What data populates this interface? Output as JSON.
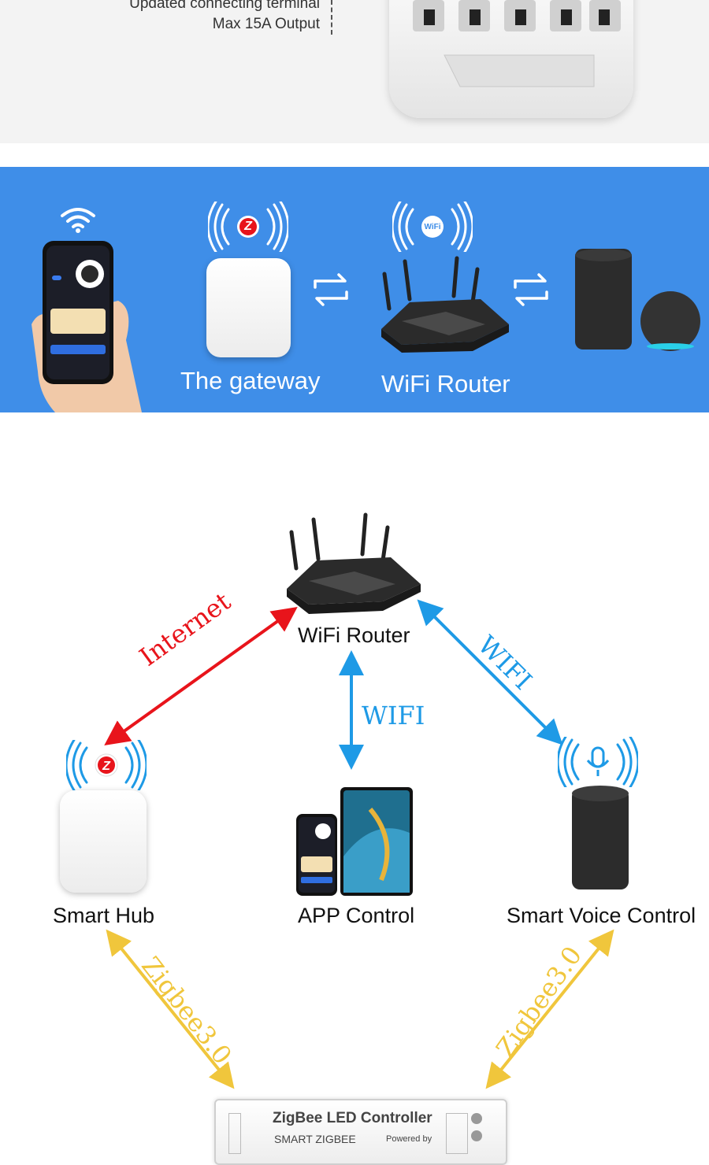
{
  "top_section": {
    "caption_line1": "Updated connecting terminal",
    "caption_line2": "Max 15A Output"
  },
  "blue_band": {
    "gateway_label": "The gateway",
    "router_label": "WiFi Router",
    "wifi_badge": "WiFi",
    "zigbee_badge": "Z"
  },
  "diagram": {
    "router_label": "WiFi Router",
    "hub_label": "Smart Hub",
    "app_label": "APP Control",
    "voice_label": "Smart Voice Control",
    "link_internet": "Internet",
    "link_wifi_center": "WIFI",
    "link_wifi_right": "WIFI",
    "link_zigbee_left": "Zigbee3.0",
    "link_zigbee_right": "Zigbee3.0",
    "colors": {
      "internet": "#e8141b",
      "wifi": "#1e9ae6",
      "zigbee": "#f0c63c"
    }
  },
  "controller": {
    "title": "ZigBee LED Controller",
    "subtitle": "SMART ZIGBEE",
    "powered_by": "Powered by"
  }
}
